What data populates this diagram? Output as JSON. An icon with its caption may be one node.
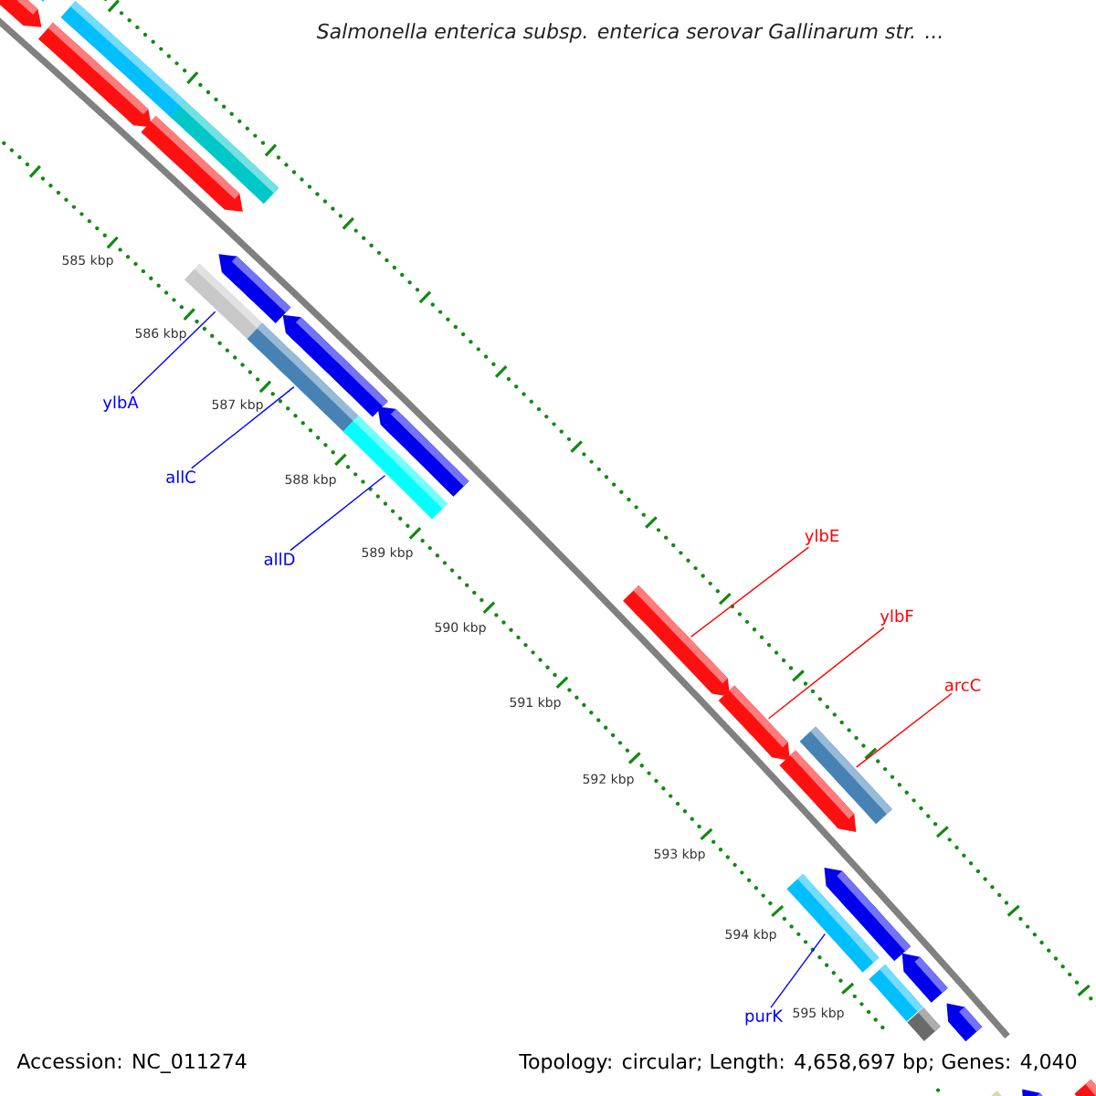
{
  "diagram": {
    "title": "Salmonella enterica subsp. enterica serovar Gallinarum str. ...",
    "nodes": [
      {
        "text": [
          "ylbA"
        ]
      },
      {
        "text": [
          "allC"
        ]
      },
      {
        "text": [
          "allD"
        ]
      },
      {
        "text": [
          "ylbE"
        ]
      },
      {
        "text": [
          "ylbF"
        ]
      },
      {
        "text": [
          "arcC"
        ]
      },
      {
        "text": [
          "purK"
        ]
      },
      {
        "text": [],
        "shape": "pentagon"
      },
      {
        "text": [],
        "shape": "bar"
      },
      {
        "text": [],
        "shape": "bar"
      },
      {
        "text": [],
        "shape": "pentagon"
      },
      {
        "text": [],
        "shape": "bar"
      },
      {
        "text": [],
        "shape": "pentagon"
      },
      {
        "text": [],
        "shape": "pentagon"
      },
      {
        "text": [],
        "shape": "bar"
      },
      {
        "text": [],
        "shape": "pentagon"
      },
      {
        "text": [],
        "shape": "bar"
      },
      {
        "text": [],
        "shape": "pentagon"
      },
      {
        "text": [],
        "shape": "bar"
      },
      {
        "text": [],
        "shape": "pentagon"
      },
      {
        "text": [],
        "shape": "pentagon"
      },
      {
        "text": [],
        "shape": "bar"
      },
      {
        "text": [],
        "shape": "pentagon"
      },
      {
        "text": [],
        "shape": "pentagon"
      },
      {
        "text": [],
        "shape": "bar"
      },
      {
        "text": [],
        "shape": "pentagon"
      },
      {
        "text": [],
        "shape": "bar"
      },
      {
        "text": [],
        "shape": "pentagon"
      },
      {
        "text": [],
        "shape": "bar"
      },
      {
        "text": [],
        "shape": "pentagon"
      },
      {
        "text": [],
        "shape": "bar"
      },
      {
        "text": [],
        "shape": "pentagon"
      }
    ],
    "edges": [
      {
        "from": 0,
        "to": 14,
        "arrow": "none"
      },
      {
        "from": 1,
        "to": 16,
        "arrow": "none"
      },
      {
        "from": 2,
        "to": 18,
        "arrow": "none"
      },
      {
        "from": 3,
        "to": 19,
        "arrow": "none",
        "color": "#ff0000"
      },
      {
        "from": 4,
        "to": 20,
        "arrow": "none",
        "color": "#ff0000"
      },
      {
        "from": 5,
        "to": 21,
        "arrow": "none",
        "color": "#ff0000"
      },
      {
        "from": 6,
        "to": 24,
        "arrow": "none"
      }
    ],
    "labels": [
      "585 kbp",
      "586 kbp",
      "587 kbp",
      "588 kbp",
      "589 kbp",
      "590 kbp",
      "591 kbp",
      "592 kbp",
      "593 kbp",
      "594 kbp",
      "595 kbp",
      "Accession: NC_011274",
      "Topology: circular; Length: 4,658,697 bp; Genes: 4,040"
    ]
  }
}
